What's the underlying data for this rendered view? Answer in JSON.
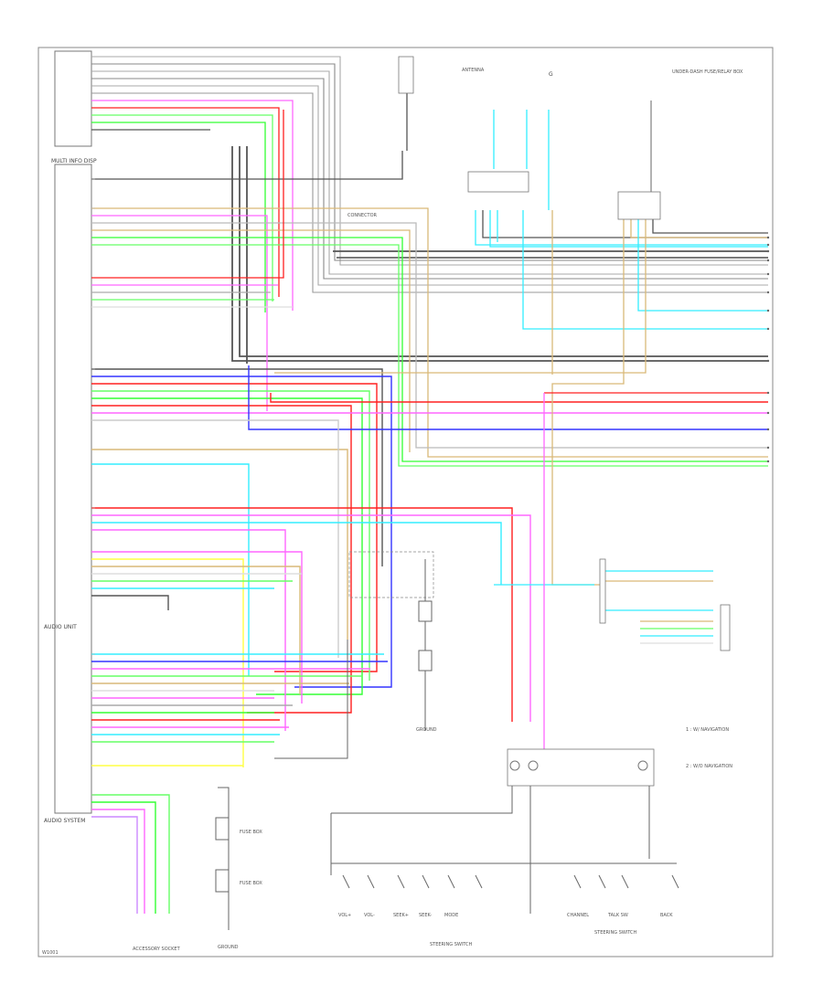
{
  "labels": {
    "audio_unit": "AUDIO UNIT",
    "audio_unit_sub": "AUDIO SYSTEM",
    "multi_info_display": "MULTI INFO DISP",
    "steering_switch": "STEERING SWITCH",
    "accessory_socket": "ACCESSORY SOCKET",
    "fuse_box_1": "FUSE BOX",
    "fuse_box_2": "FUSE BOX",
    "dash_box_title": "UNDER-DASH FUSE/RELAY BOX",
    "footnote_1": "1 : W/ NAVIGATION",
    "footnote_2": "2 : W/O NAVIGATION",
    "g_label": "G",
    "page_id": "W1001",
    "antenna_label": "ANTENNA",
    "connector_label": "CONNECTOR",
    "ground_label": "GROUND"
  },
  "switch_labels": [
    "VOL+",
    "VOL-",
    "SEEK+",
    "SEEK-",
    "MODE",
    "CHANNEL",
    "TALK SW",
    "BACK"
  ],
  "wire_colors": {
    "black": "#555555",
    "gray": "#b0b0b0",
    "pink": "#ff66ff",
    "red": "#ff2020",
    "green": "#33ff33",
    "light_green": "#66ff66",
    "blue": "#3333ff",
    "cyan": "#33eeff",
    "tan": "#d9b978",
    "yellow": "#ffff44",
    "violet": "#cc88ff",
    "white": "#dddddd"
  }
}
